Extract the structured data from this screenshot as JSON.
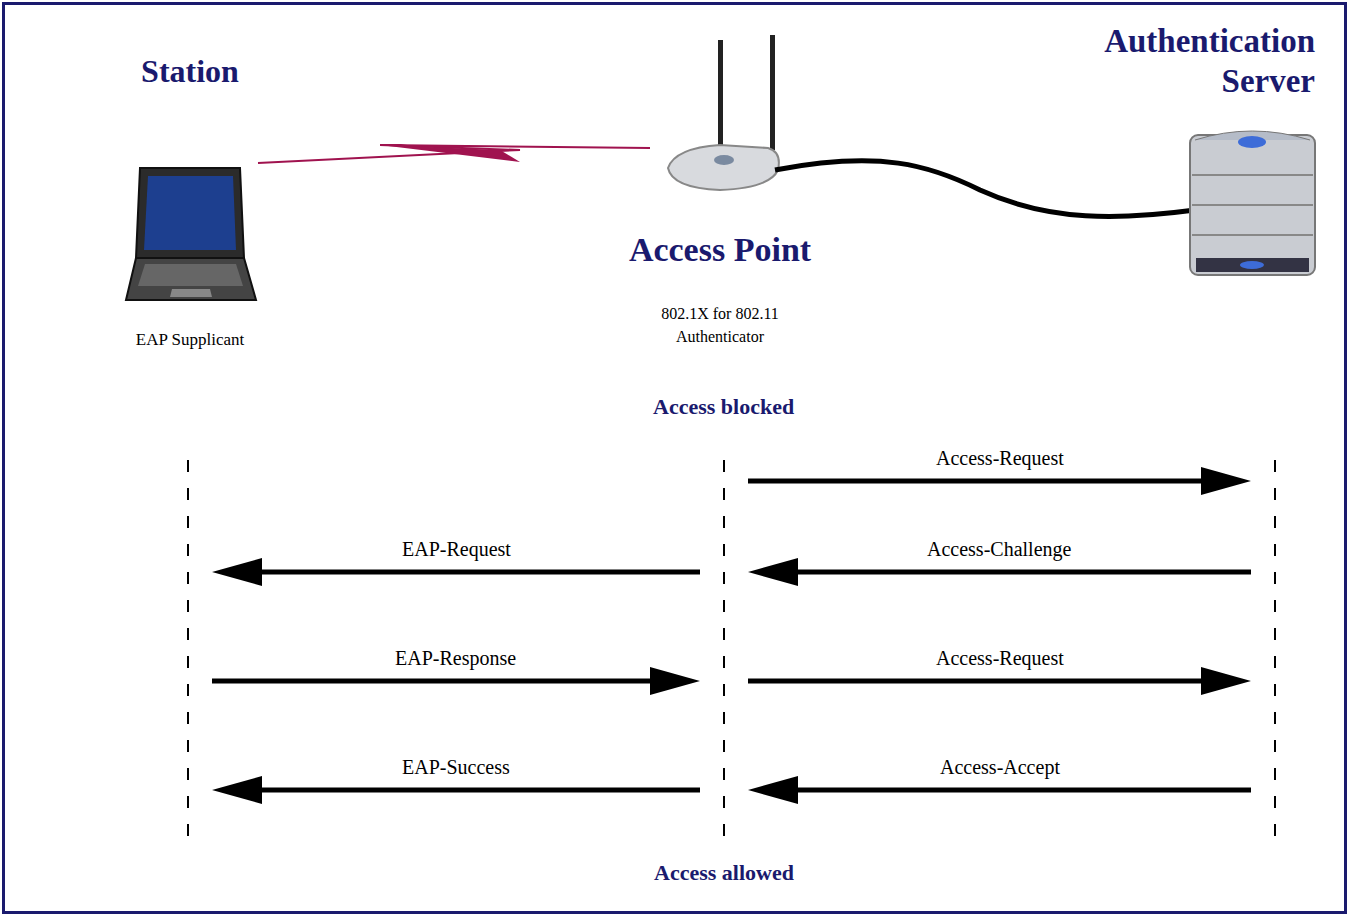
{
  "diagram": {
    "nodes": [
      {
        "text": [
          "Station",
          "EAP Supplicant"
        ]
      },
      {
        "text": [
          "Access Point",
          "802.1X for 802.11 Authenticator"
        ]
      },
      {
        "text": [
          "Authentication Server"
        ]
      }
    ],
    "edges": [
      {
        "from": 1,
        "to": 2,
        "arrow": "to",
        "label": "Access-Request"
      },
      {
        "from": 1,
        "to": 0,
        "arrow": "to",
        "label": "EAP-Request"
      },
      {
        "from": 2,
        "to": 1,
        "arrow": "to",
        "label": "Access-Challenge"
      },
      {
        "from": 0,
        "to": 1,
        "arrow": "to",
        "label": "EAP-Response"
      },
      {
        "from": 1,
        "to": 2,
        "arrow": "to",
        "label": "Access-Request"
      },
      {
        "from": 1,
        "to": 0,
        "arrow": "to",
        "label": "EAP-Success"
      },
      {
        "from": 2,
        "to": 1,
        "arrow": "to",
        "label": "Access-Accept"
      }
    ],
    "labels": [
      "Access blocked",
      "Access allowed"
    ]
  }
}
